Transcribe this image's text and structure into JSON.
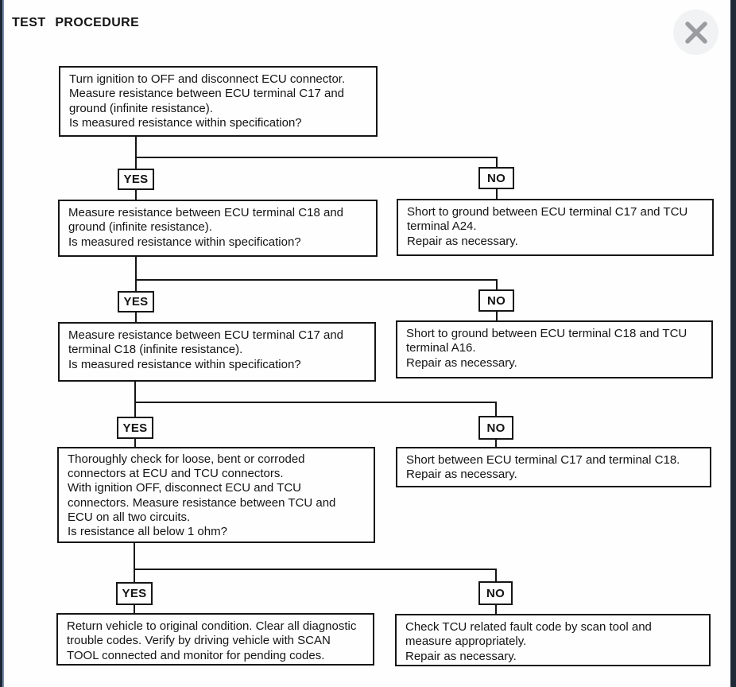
{
  "page": {
    "title": "TEST PROCEDURE"
  },
  "flowchart": {
    "yes_label": "YES",
    "no_label": "NO",
    "steps": [
      {
        "lines": [
          "Turn ignition to OFF and disconnect ECU connector.",
          "Measure resistance between ECU terminal C17 and",
          "ground (infinite resistance).",
          "Is measured resistance within specification?"
        ]
      },
      {
        "lines": [
          "Measure resistance between ECU terminal C18 and",
          "ground (infinite resistance).",
          "Is measured resistance within specification?"
        ]
      },
      {
        "lines": [
          "Measure resistance between ECU terminal C17 and",
          "terminal C18 (infinite resistance).",
          "Is measured resistance within specification?"
        ]
      },
      {
        "lines": [
          "Thoroughly check for loose, bent or corroded",
          "connectors at ECU and TCU connectors.",
          "With ignition OFF, disconnect ECU and TCU",
          "connectors. Measure resistance between TCU and",
          "ECU on all two circuits.",
          "Is resistance all below 1 ohm?"
        ]
      },
      {
        "lines": [
          "Return vehicle to original condition. Clear all diagnostic",
          "trouble codes. Verify by driving vehicle with SCAN",
          "TOOL connected and monitor for pending codes."
        ]
      }
    ],
    "no_actions": [
      {
        "lines": [
          "Short to ground between ECU terminal C17 and TCU",
          "terminal A24.",
          "Repair as necessary."
        ]
      },
      {
        "lines": [
          "Short to ground between ECU terminal C18 and TCU",
          "terminal A16.",
          "Repair as necessary."
        ]
      },
      {
        "lines": [
          "Short between ECU terminal C17 and terminal C18.",
          "Repair as necessary."
        ]
      },
      {
        "lines": [
          "Check TCU related fault code by scan tool and",
          "measure appropriately.",
          "Repair as necessary."
        ]
      }
    ]
  },
  "colors": {
    "line": "#161616",
    "close_bg": "#f1f2f3",
    "close_glyph": "#9a9da0",
    "edge_dark": "#1d2836",
    "edge_accent": "#7a8ea9"
  }
}
